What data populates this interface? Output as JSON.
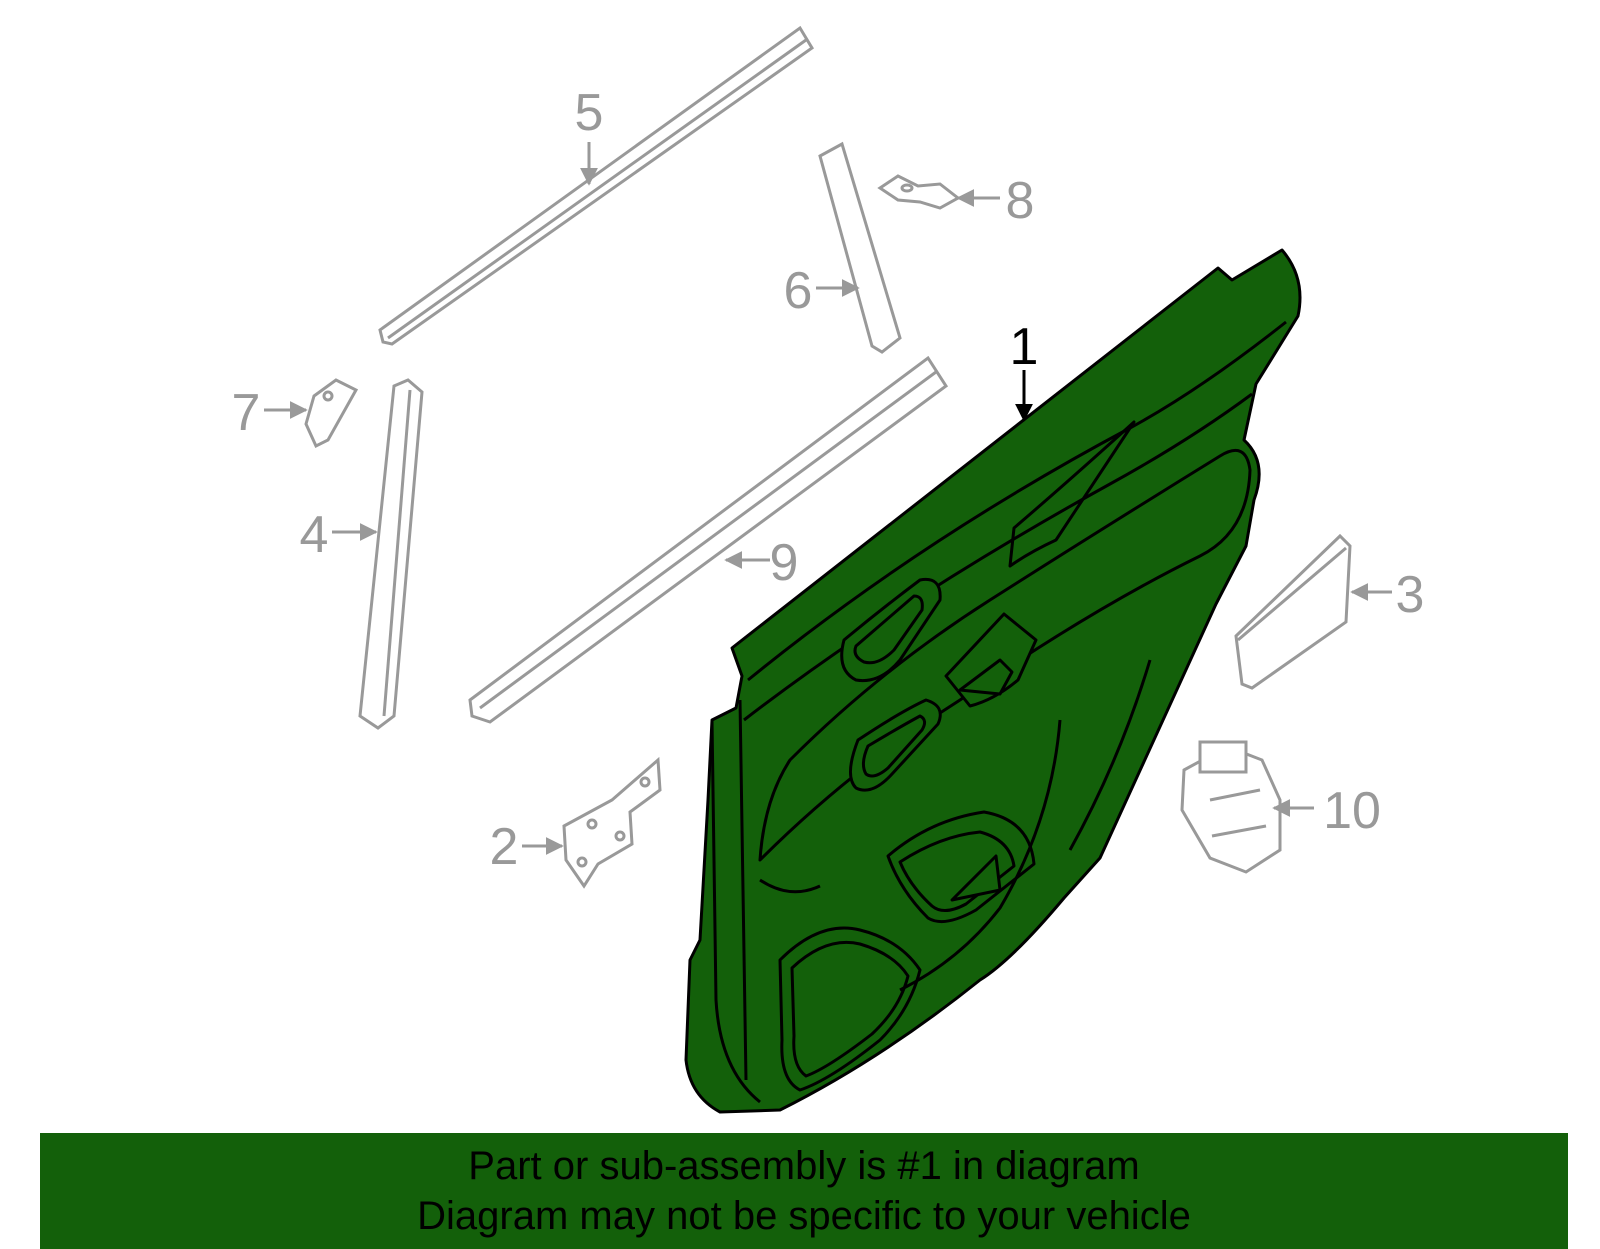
{
  "colors": {
    "highlight_fill": "#13600a",
    "main_outline": "#000000",
    "secondary_parts": "#999999",
    "banner_background": "#13600a",
    "banner_text": "#000000"
  },
  "callouts": [
    {
      "id": "1",
      "label": "1",
      "part": "door-trim-panel"
    },
    {
      "id": "2",
      "label": "2",
      "part": "bracket"
    },
    {
      "id": "3",
      "label": "3",
      "part": "trim-pad"
    },
    {
      "id": "4",
      "label": "4",
      "part": "vertical-strip"
    },
    {
      "id": "5",
      "label": "5",
      "part": "upper-molding"
    },
    {
      "id": "6",
      "label": "6",
      "part": "pillar-garnish"
    },
    {
      "id": "7",
      "label": "7",
      "part": "clip"
    },
    {
      "id": "8",
      "label": "8",
      "part": "clip"
    },
    {
      "id": "9",
      "label": "9",
      "part": "belt-weatherstrip"
    },
    {
      "id": "10",
      "label": "10",
      "part": "window-switch"
    }
  ],
  "banner": {
    "line1": "Part or sub-assembly is #1 in diagram",
    "line2": "Diagram may not be specific to your vehicle"
  }
}
